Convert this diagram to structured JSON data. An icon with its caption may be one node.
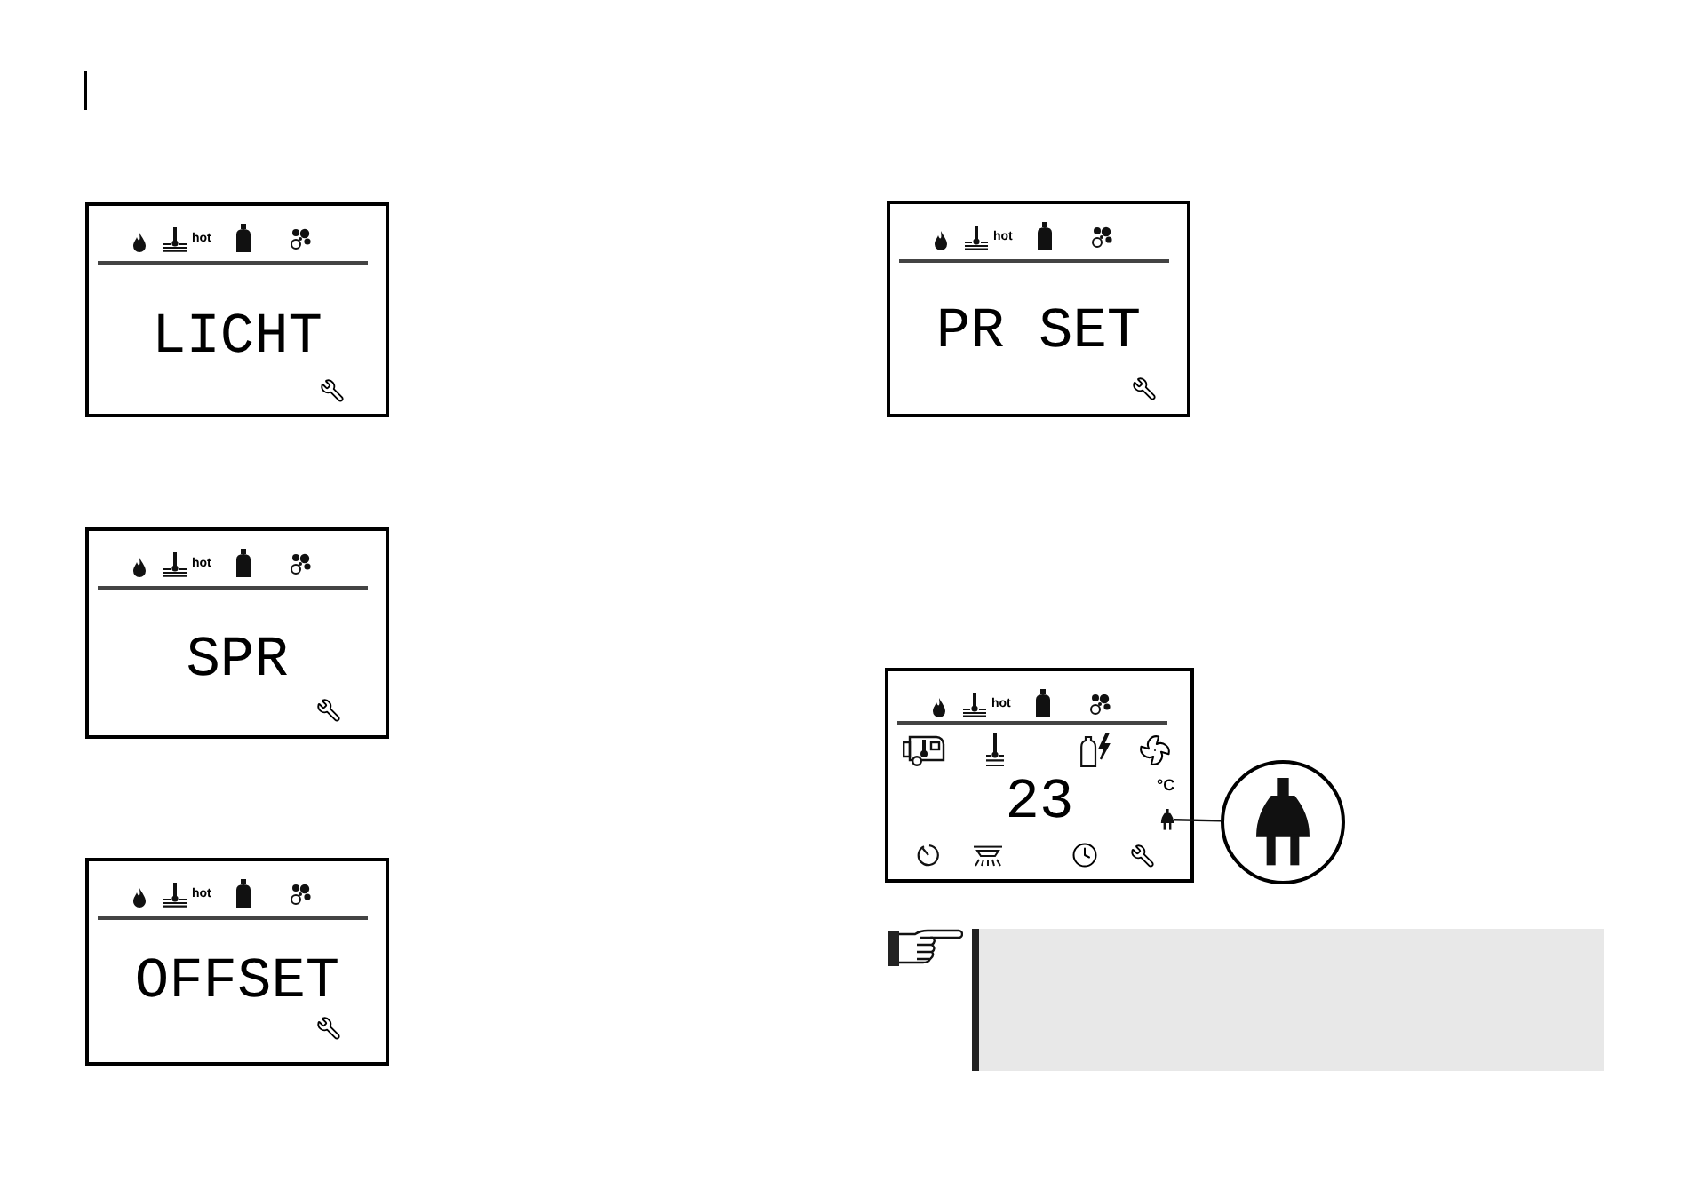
{
  "diagram": {
    "nodes": [
      {
        "text": [
          "hot",
          "LICHT"
        ]
      },
      {
        "text": [
          "hot",
          "SPR"
        ]
      },
      {
        "text": [
          "hot",
          "OFFSET"
        ]
      },
      {
        "text": [
          "hot",
          "PR SET"
        ]
      },
      {
        "text": [
          "hot",
          "23",
          "°C"
        ]
      },
      {
        "text": [],
        "shape": "picture",
        "in": 4
      },
      {
        "text": [],
        "shape": "circle"
      },
      {
        "text": [],
        "shape": "box"
      }
    ],
    "edges": [
      {
        "from": 5,
        "to": 6,
        "arrow": "none"
      }
    ]
  }
}
